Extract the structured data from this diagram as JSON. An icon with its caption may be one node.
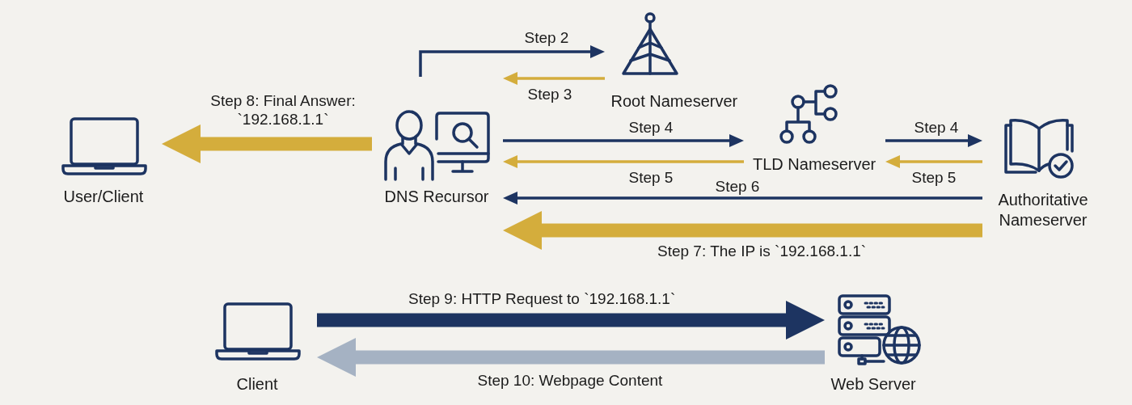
{
  "diagram": {
    "nodes": [
      {
        "text": [
          "User/Client"
        ]
      },
      {
        "text": [
          "DNS Recursor"
        ]
      },
      {
        "text": [
          "Root Nameserver"
        ]
      },
      {
        "text": [
          "TLD Nameserver"
        ]
      },
      {
        "text": [
          "Authoritative Nameserver"
        ]
      },
      {
        "text": [
          "Client"
        ]
      },
      {
        "text": [
          "Web Server"
        ]
      }
    ],
    "edges": [
      {
        "from": 1,
        "to": 2,
        "arrow": "to",
        "label": "Step 2"
      },
      {
        "from": 2,
        "to": 1,
        "arrow": "to",
        "label": "Step 3",
        "color": "#d4ad3c"
      },
      {
        "from": 1,
        "to": 3,
        "arrow": "to",
        "label": "Step 4"
      },
      {
        "from": 3,
        "to": 4,
        "arrow": "to",
        "label": "Step 4"
      },
      {
        "from": 4,
        "to": 3,
        "arrow": "to",
        "label": "Step 5",
        "color": "#d4ad3c"
      },
      {
        "from": 3,
        "to": 1,
        "arrow": "to",
        "label": "Step 5",
        "color": "#d4ad3c"
      },
      {
        "from": 4,
        "to": 1,
        "arrow": "to",
        "label": "Step 6"
      },
      {
        "from": 4,
        "to": 1,
        "arrow": "to",
        "label": "Step 7: The IP is `192.168.1.1`",
        "style": "thick",
        "color": "#d4ad3c"
      },
      {
        "from": 1,
        "to": 0,
        "arrow": "to",
        "label": "Step 8: Final Answer: `192.168.1.1`",
        "style": "thick",
        "color": "#d4ad3c"
      },
      {
        "from": 5,
        "to": 6,
        "arrow": "to",
        "label": "Step 9: HTTP Request to `192.168.1.1`",
        "style": "thick"
      },
      {
        "from": 6,
        "to": 5,
        "arrow": "to",
        "label": "Step 10: Webpage Content",
        "style": "thick",
        "color": "#a5b2c3"
      }
    ]
  }
}
